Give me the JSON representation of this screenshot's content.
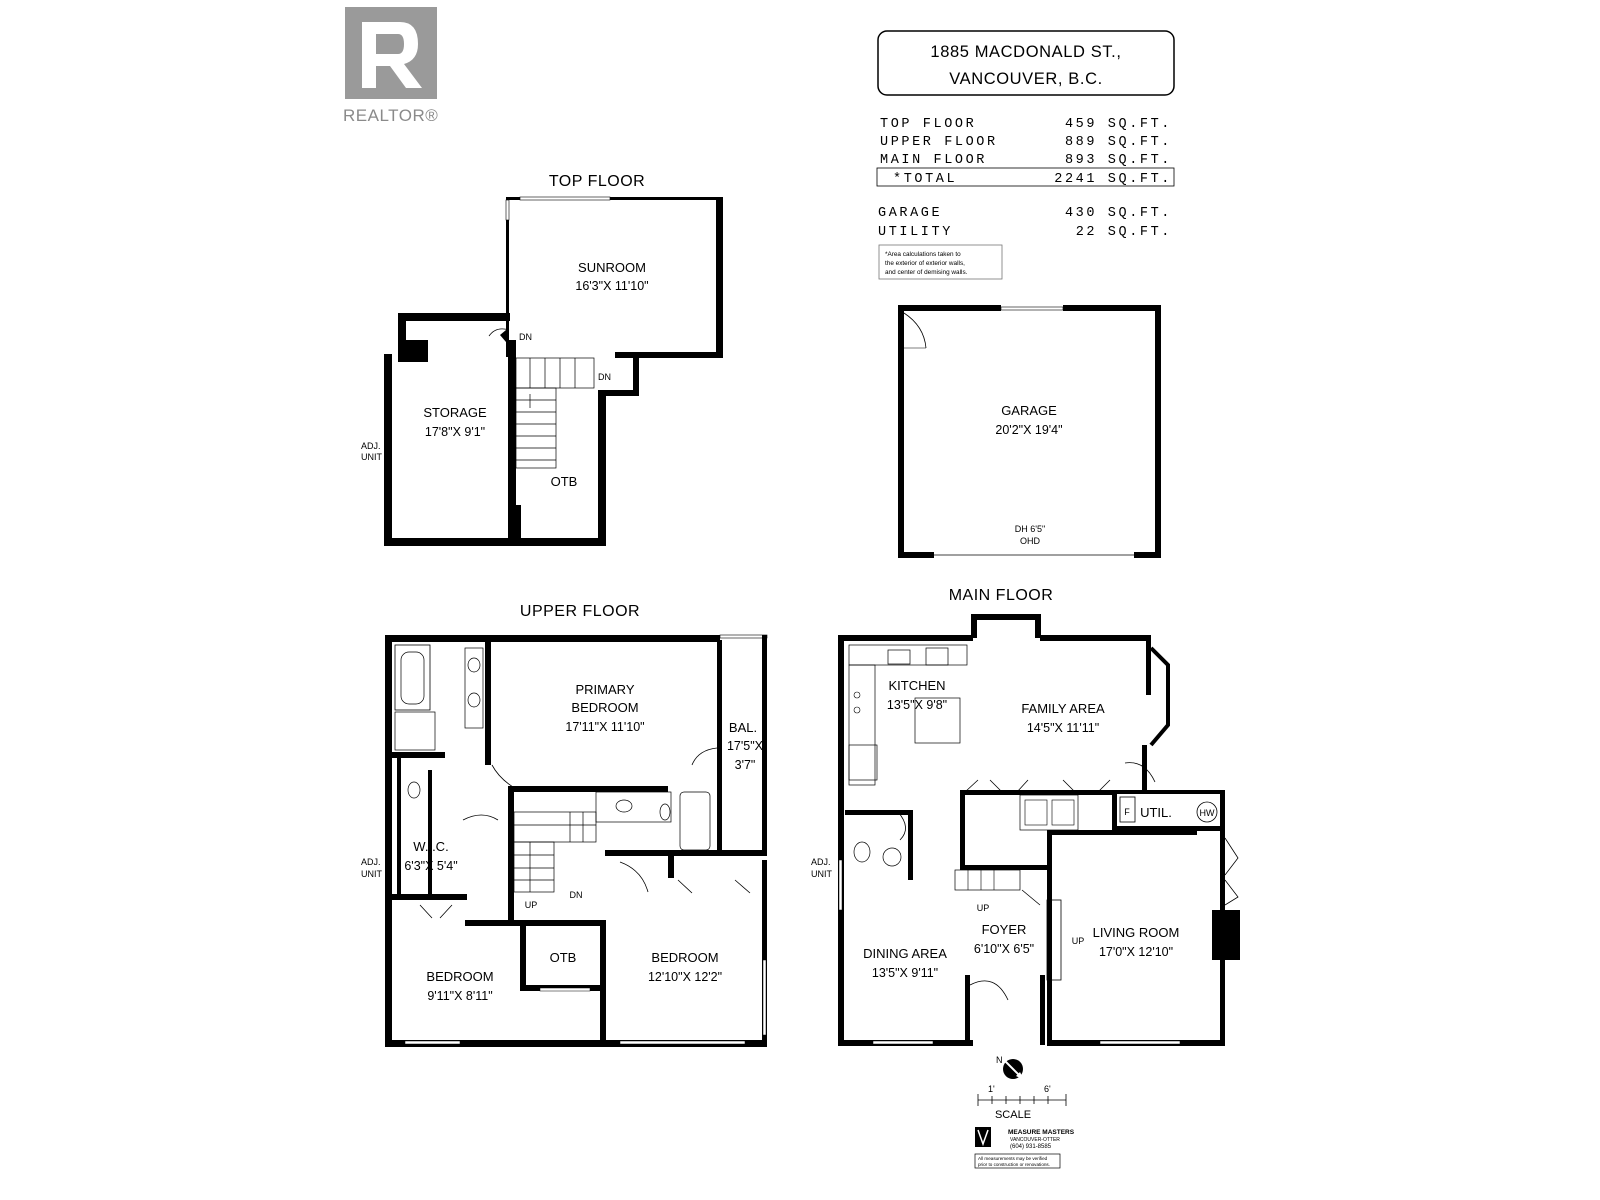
{
  "logo": {
    "brand": "REALTOR®",
    "icon": "realtor-r-icon"
  },
  "address": {
    "line1": "1885 MACDONALD ST.,",
    "line2": "VANCOUVER, B.C."
  },
  "areas": [
    {
      "label": "TOP FLOOR",
      "value": "459 SQ.FT."
    },
    {
      "label": "UPPER FLOOR",
      "value": "889 SQ.FT."
    },
    {
      "label": "MAIN FLOOR",
      "value": "893 SQ.FT."
    },
    {
      "label": "*TOTAL",
      "value": "2241 SQ.FT."
    },
    {
      "label": "GARAGE",
      "value": "430 SQ.FT."
    },
    {
      "label": "UTILITY",
      "value": "22 SQ.FT."
    }
  ],
  "area_note": [
    "*Area calculations taken to",
    "the exterior of exterior walls,",
    "and center of demising walls."
  ],
  "top_floor": {
    "title": "TOP FLOOR",
    "sunroom": {
      "name": "SUNROOM",
      "dim": "16'3\"X 11'10\""
    },
    "storage": {
      "name": "STORAGE",
      "dim": "17'8\"X 9'1\""
    },
    "otb": "OTB",
    "dn1": "DN",
    "dn2": "DN",
    "adj": [
      "ADJ.",
      "UNIT"
    ]
  },
  "garage": {
    "name": "GARAGE",
    "dim": "20'2\"X 19'4\"",
    "dh": "DH 6'5\"",
    "ohd": "OHD"
  },
  "upper_floor": {
    "title": "UPPER FLOOR",
    "primary": {
      "name1": "PRIMARY",
      "name2": "BEDROOM",
      "dim": "17'11\"X 11'10\""
    },
    "bal": {
      "name": "BAL.",
      "dim1": "17'5\"X",
      "dim2": "3'7\""
    },
    "wic": {
      "name": "W.I.C.",
      "dim": "6'3\"X 5'4\""
    },
    "bed1": {
      "name": "BEDROOM",
      "dim": "9'11\"X 8'11\""
    },
    "otb": "OTB",
    "bed2": {
      "name": "BEDROOM",
      "dim": "12'10\"X 12'2\""
    },
    "up": "UP",
    "dn": "DN",
    "adj": [
      "ADJ.",
      "UNIT"
    ]
  },
  "main_floor": {
    "title": "MAIN FLOOR",
    "kitchen": {
      "name": "KITCHEN",
      "dim": "13'5\"X 9'8\""
    },
    "family": {
      "name": "FAMILY AREA",
      "dim": "14'5\"X 11'11\""
    },
    "util": "UTIL.",
    "hw": "HW",
    "f": "F",
    "dining": {
      "name": "DINING AREA",
      "dim": "13'5\"X 9'11\""
    },
    "foyer": {
      "name": "FOYER",
      "dim": "6'10\"X 6'5\""
    },
    "living": {
      "name": "LIVING ROOM",
      "dim": "17'0\"X 12'10\""
    },
    "up1": "UP",
    "up2": "UP",
    "adj": [
      "ADJ.",
      "UNIT"
    ]
  },
  "scale": {
    "n": "N",
    "one": "1'",
    "six": "6'",
    "label": "SCALE"
  },
  "credit": {
    "company": "MEASURE MASTERS",
    "city": "VANCOUVER-OTTER",
    "phone": "(604) 931-8585",
    "disclaimer": [
      "All measurements may be verified",
      "prior to construction or renovations."
    ]
  }
}
